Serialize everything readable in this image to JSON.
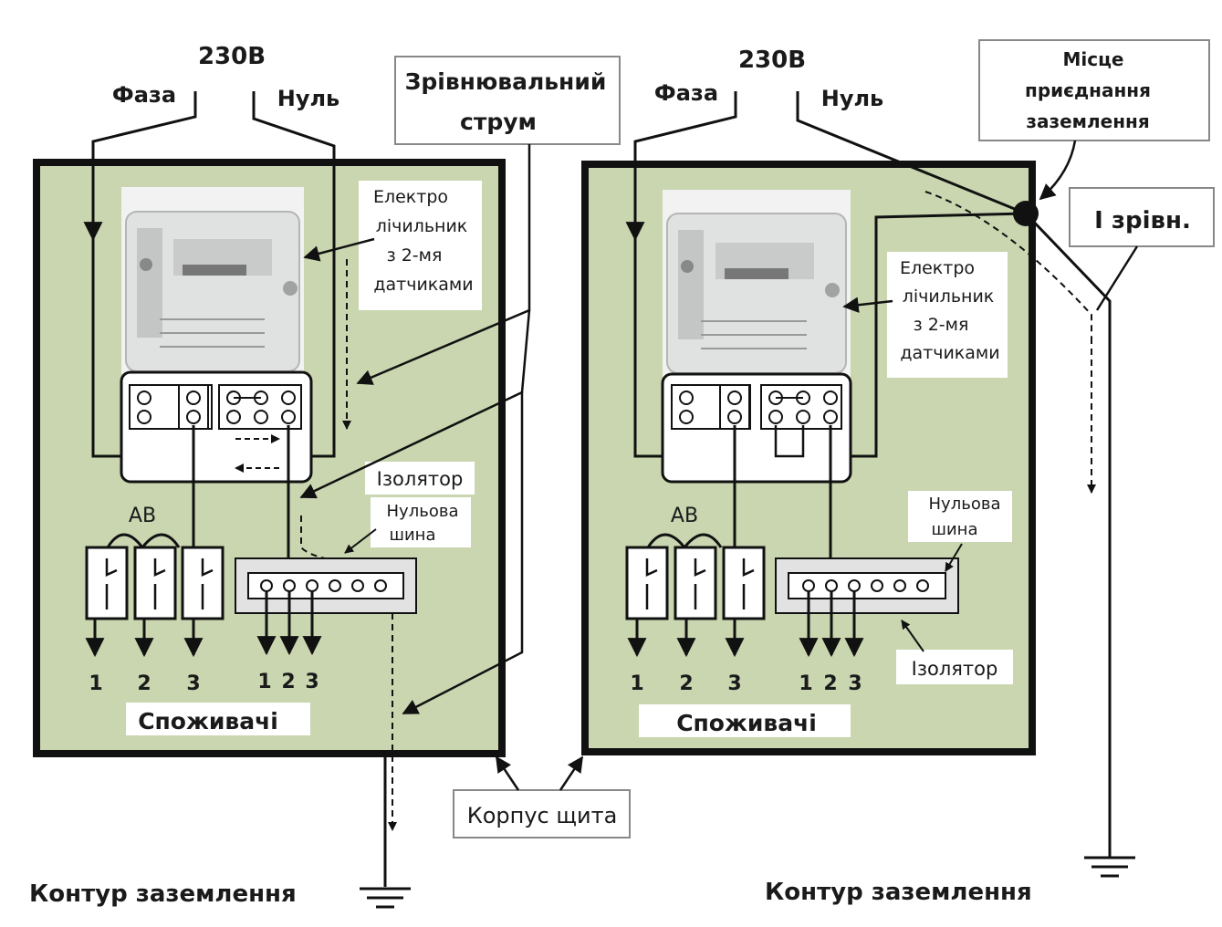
{
  "panel_left": {
    "voltage": "230В",
    "phase": "Фаза",
    "neutral": "Нуль",
    "meter_label": [
      "Електро",
      "лічильник",
      "з 2-мя",
      "датчиками"
    ],
    "breakers_label": "АВ",
    "insulator": "Ізолятор",
    "neutral_bus": [
      "Нульова",
      "шина"
    ],
    "breaker_outputs": [
      "1",
      "2",
      "3"
    ],
    "bus_outputs": [
      "1",
      "2",
      "3"
    ],
    "consumers": "Споживачі"
  },
  "panel_right": {
    "voltage": "230В",
    "phase": "Фаза",
    "neutral": "Нуль",
    "meter_label": [
      "Електро",
      "лічильник",
      "з 2-мя",
      "датчиками"
    ],
    "breakers_label": "АВ",
    "insulator": "Ізолятор",
    "neutral_bus": [
      "Нульова",
      "шина"
    ],
    "breaker_outputs": [
      "1",
      "2",
      "3"
    ],
    "bus_outputs": [
      "1",
      "2",
      "3"
    ],
    "consumers": "Споживачі"
  },
  "trip_current": [
    "Зрівнювальний",
    "струм"
  ],
  "ground_point": [
    "Місце",
    "приєднання",
    "заземлення"
  ],
  "level_label": "І зрівн.",
  "enclosure": "Корпус щита",
  "ground_loop_left": "Контур заземлення",
  "ground_loop_right": "Контур заземлення",
  "colors": {
    "panel_fill": "#c9d6b0",
    "line": "#111111",
    "meter": "#dfe2e0"
  }
}
